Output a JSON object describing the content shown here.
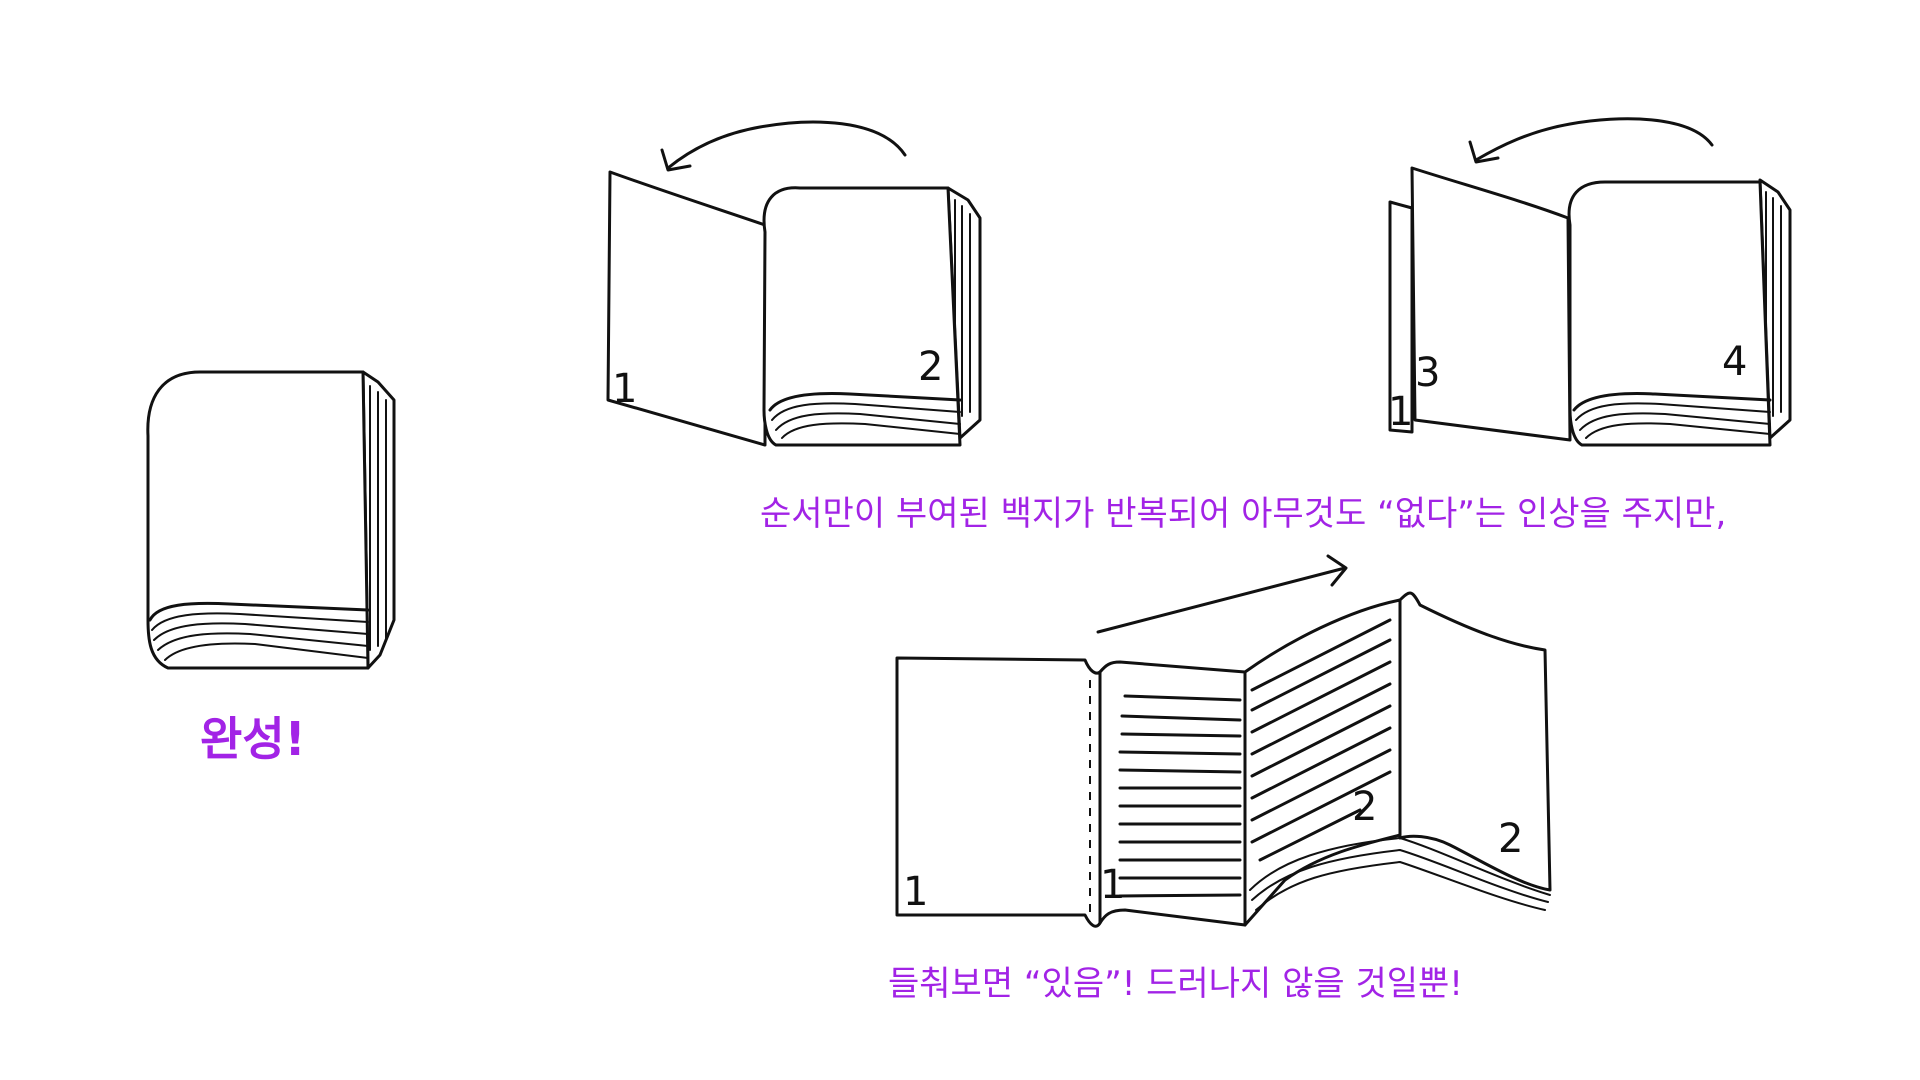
{
  "captions": {
    "complete": "완성!",
    "top": "순서만이 부여된 백지가 반복되어 아무것도 “없다”는 인상을 주지만,",
    "bottom": "들춰보면 “있음”! 드러나지 않을 것일뿐!"
  },
  "page_numbers": {
    "spread_a": {
      "left": "1",
      "right": "2"
    },
    "spread_b": {
      "back": "1",
      "left": "3",
      "right": "4"
    },
    "open_spread": {
      "outer_left": "1",
      "inner_left": "1",
      "fold": "2",
      "right": "2"
    }
  },
  "colors": {
    "ink": "#111111",
    "caption": "#a223e6",
    "background": "#ffffff"
  }
}
